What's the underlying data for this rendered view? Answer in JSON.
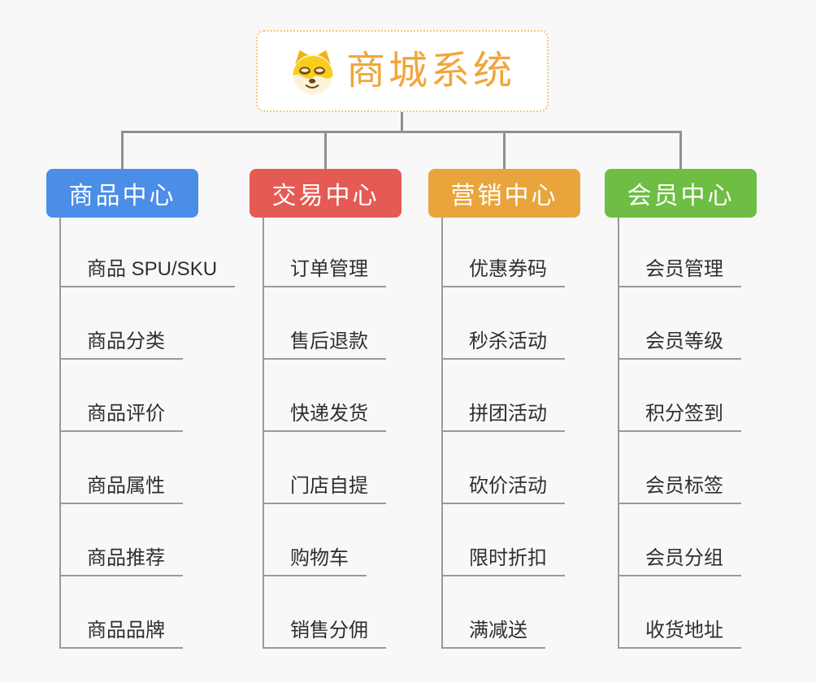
{
  "root": {
    "title": "商城系统",
    "icon": "doge-icon"
  },
  "branches": [
    {
      "label": "商品中心",
      "color": "#4a8ee8",
      "children": [
        "商品 SPU/SKU",
        "商品分类",
        "商品评价",
        "商品属性",
        "商品推荐",
        "商品品牌"
      ]
    },
    {
      "label": "交易中心",
      "color": "#e55a54",
      "children": [
        "订单管理",
        "售后退款",
        "快递发货",
        "门店自提",
        "购物车",
        "销售分佣"
      ]
    },
    {
      "label": "营销中心",
      "color": "#e9a53c",
      "children": [
        "优惠券码",
        "秒杀活动",
        "拼团活动",
        "砍价活动",
        "限时折扣",
        "满减送"
      ]
    },
    {
      "label": "会员中心",
      "color": "#6dbe42",
      "children": [
        "会员管理",
        "会员等级",
        "积分签到",
        "会员标签",
        "会员分组",
        "收货地址"
      ]
    }
  ],
  "style": {
    "background": "#f8f8f8",
    "connector_color": "#909090",
    "underline_color": "#9a9a9a",
    "child_text_color": "#2f2f2f",
    "root_accent": "#f0a63b",
    "root_border": "#f3c77f"
  }
}
